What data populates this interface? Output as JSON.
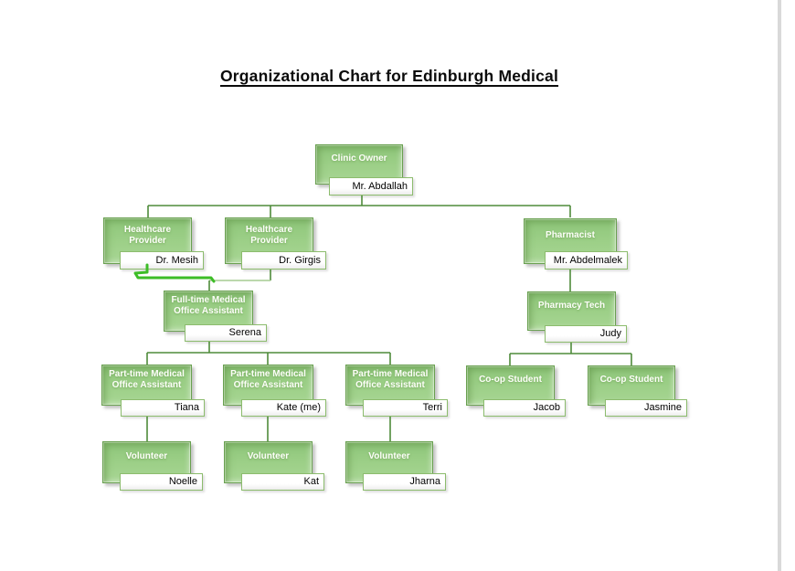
{
  "page": {
    "title": "Organizational Chart for Edinburgh Medical"
  },
  "org": {
    "clinic_owner": {
      "title": "Clinic Owner",
      "name": "Mr. Abdallah"
    },
    "provider_1": {
      "title": "Healthcare\nProvider",
      "name": "Dr. Mesih"
    },
    "provider_2": {
      "title": "Healthcare\nProvider",
      "name": "Dr. Girgis"
    },
    "pharmacist": {
      "title": "Pharmacist",
      "name": "Mr. Abdelmalek"
    },
    "fulltime_moa": {
      "title": "Full-time Medical\nOffice Assistant",
      "name": "Serena"
    },
    "pharmacy_tech": {
      "title": "Pharmacy Tech",
      "name": "Judy"
    },
    "parttime_moa_1": {
      "title": "Part-time Medical\nOffice Assistant",
      "name": "Tiana"
    },
    "parttime_moa_2": {
      "title": "Part-time Medical\nOffice Assistant",
      "name": "Kate (me)"
    },
    "parttime_moa_3": {
      "title": "Part-time Medical\nOffice Assistant",
      "name": "Terri"
    },
    "coop_student_1": {
      "title": "Co-op Student",
      "name": "Jacob"
    },
    "coop_student_2": {
      "title": "Co-op Student",
      "name": "Jasmine"
    },
    "volunteer_1": {
      "title": "Volunteer",
      "name": "Noelle"
    },
    "volunteer_2": {
      "title": "Volunteer",
      "name": "Kat"
    },
    "volunteer_3": {
      "title": "Volunteer",
      "name": "Jharna"
    }
  },
  "edges": [
    "Clinic Owner -> Healthcare Provider (Dr. Mesih)",
    "Clinic Owner -> Healthcare Provider (Dr. Girgis)",
    "Clinic Owner -> Pharmacist",
    "Healthcare Provider (Dr. Girgis) -> Full-time Medical Office Assistant",
    "Full-time Medical Office Assistant -> Part-time Medical Office Assistant (Tiana)",
    "Full-time Medical Office Assistant -> Part-time Medical Office Assistant (Kate (me))",
    "Full-time Medical Office Assistant -> Part-time Medical Office Assistant (Terri)",
    "Part-time Medical Office Assistant (Tiana) -> Volunteer (Noelle)",
    "Part-time Medical Office Assistant (Kate (me)) -> Volunteer (Kat)",
    "Part-time Medical Office Assistant (Terri) -> Volunteer (Jharna)",
    "Pharmacist -> Pharmacy Tech",
    "Pharmacy Tech -> Co-op Student (Jacob)",
    "Pharmacy Tech -> Co-op Student (Jasmine)"
  ],
  "annotation": {
    "description": "hand-drawn bright green pen stroke re-connecting Serena to Dr. Mesih",
    "color": "#3dbd27"
  },
  "colors": {
    "node_fill": "#9ccf87",
    "node_border": "#69a050",
    "connector": "#4e8b3a",
    "connector_light": "#a6cb92",
    "label_border": "#8cbc6d",
    "page_edge": "#d9d9d9"
  }
}
